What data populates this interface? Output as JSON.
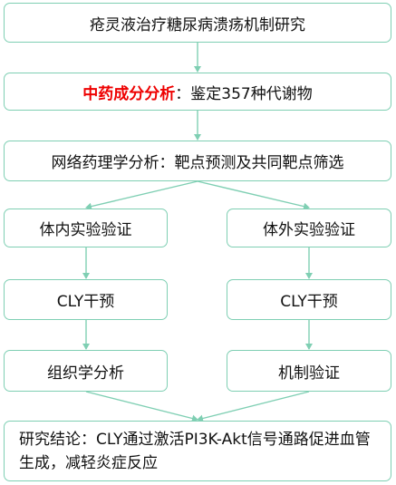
{
  "nodes": {
    "title": "疮灵液治疗糖尿病溃疡机制研究",
    "tcm": {
      "highlight": "中药成分分析",
      "rest": "：鉴定357种代谢物"
    },
    "network": "网络药理学分析：靶点预测及共同靶点筛选",
    "invivo": "体内实验验证",
    "invitro": "体外实验验证",
    "cly_left": "CLY干预",
    "cly_right": "CLY干预",
    "histology": "组织学分析",
    "mechanism": "机制验证",
    "conclusion": "研究结论：CLY通过激活PI3K-Akt信号通路促进血管生成，减轻炎症反应"
  },
  "colors": {
    "border": "#7fcfb3",
    "arrow": "#7fcfb3",
    "highlight": "#ee0000"
  }
}
